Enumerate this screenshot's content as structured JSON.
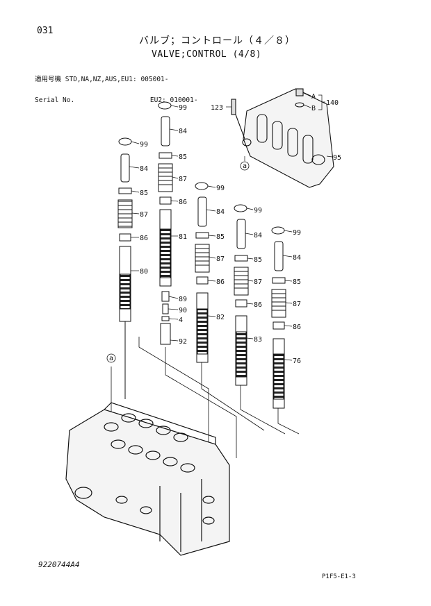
{
  "header": {
    "page_number": "031",
    "title_jp": "バルブ；コントロール（４／８）",
    "title_en": "VALVE;CONTROL (4/8)"
  },
  "serial": {
    "row1_label": "適用号機",
    "row1_models": "STD,NA,NZ,AUS,EU1:",
    "row1_value": "005001-",
    "row2_label": "Serial No.",
    "row2_models": "EU2:",
    "row2_value": "010001-"
  },
  "callouts": {
    "c99": "99",
    "c84": "84",
    "c85": "85",
    "c87": "87",
    "c86": "86",
    "c80": "80",
    "c81": "81",
    "c82": "82",
    "c83": "83",
    "c76": "76",
    "c89": "89",
    "c90": "90",
    "c4": "4",
    "c92": "92",
    "c123": "123",
    "c140": "140",
    "c95": "95",
    "cA": "A",
    "cB": "B",
    "ca": "a"
  },
  "footer": {
    "drawing_number": "9220744A4",
    "sheet_code": "P1F5-E1-3"
  }
}
